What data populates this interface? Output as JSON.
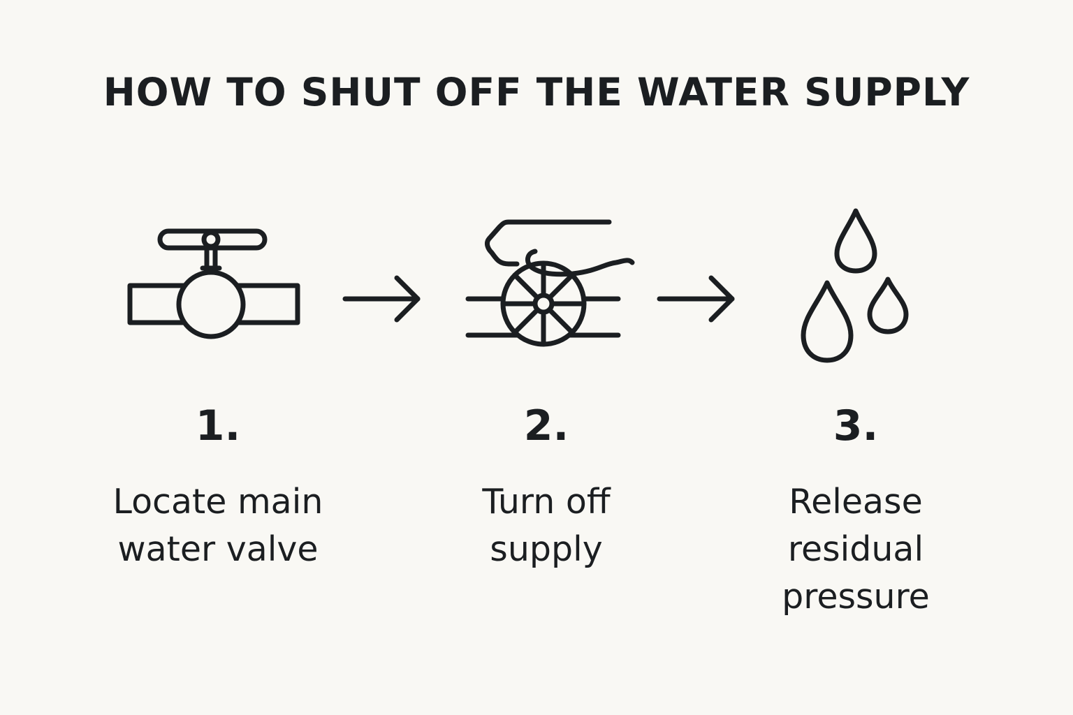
{
  "title": "HOW TO SHUT OFF THE WATER SUPPLY",
  "steps": [
    {
      "number": "1.",
      "label": "Locate main\nwater valve",
      "icon": "valve-icon"
    },
    {
      "number": "2.",
      "label": "Turn off\nsupply",
      "icon": "hand-turning-wheel-icon"
    },
    {
      "number": "3.",
      "label": "Release\nresidual\npressure",
      "icon": "water-drops-icon"
    }
  ],
  "connector_icon": "arrow-right-icon",
  "colors": {
    "background": "#f9f8f4",
    "ink": "#1b1e21"
  }
}
